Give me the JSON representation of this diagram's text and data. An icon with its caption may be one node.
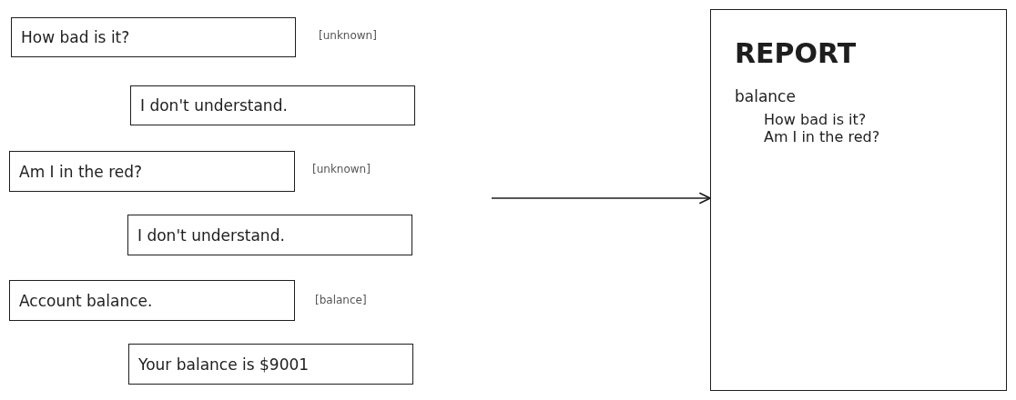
{
  "diagram": {
    "nodes": [
      {
        "text": [
          "How bad is it?"
        ],
        "beside": [
          "[unknown]"
        ]
      },
      {
        "text": [
          "I don't understand."
        ]
      },
      {
        "text": [
          "Am I in the red?"
        ],
        "beside": [
          "[unknown]"
        ]
      },
      {
        "text": [
          "I don't understand."
        ]
      },
      {
        "text": [
          "Account balance."
        ],
        "beside": [
          "[balance]"
        ]
      },
      {
        "text": [
          "Your balance is $9001"
        ]
      },
      {
        "text": [
          "REPORT",
          "balance",
          "How bad is it?",
          "Am I in the red?"
        ]
      }
    ],
    "edges": [
      {
        "from": null,
        "to": 6,
        "arrow": "to"
      }
    ]
  }
}
